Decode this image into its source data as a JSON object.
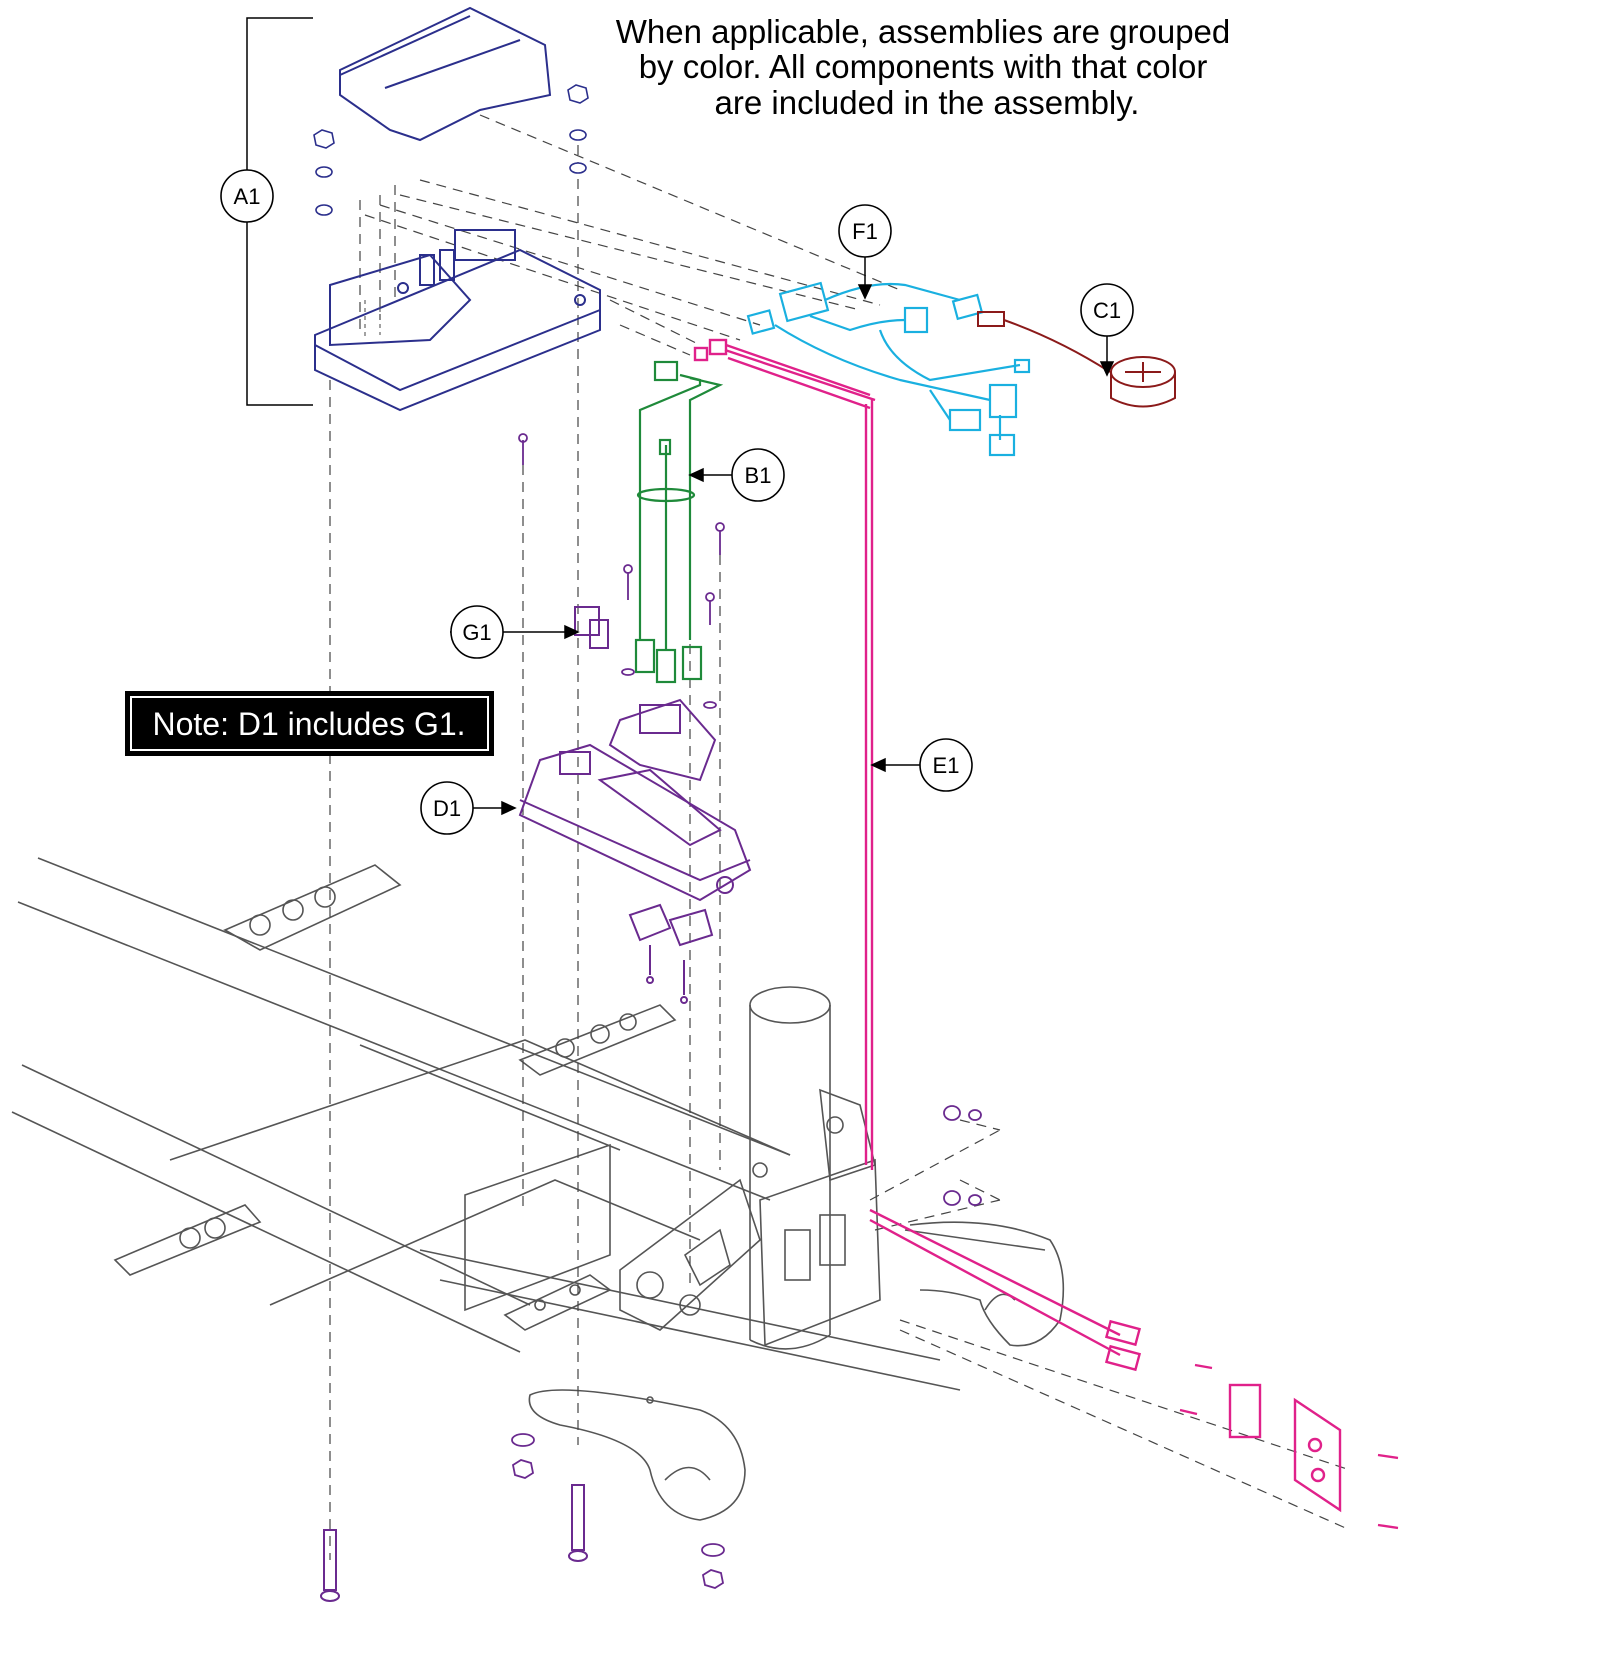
{
  "intro_note": {
    "lines": [
      "When applicable, assemblies are grouped",
      "by color. All components with that color",
      "are included in the assembly."
    ]
  },
  "inclusion_note": "Note: D1 includes G1.",
  "callouts": {
    "a1": "A1",
    "b1": "B1",
    "c1": "C1",
    "d1": "D1",
    "e1": "E1",
    "f1": "F1",
    "g1": "G1"
  },
  "colors": {
    "A1": "#2b2f8c",
    "B1": "#1f8a3a",
    "C1": "#8b1a1a",
    "D1": "#6a2a8f",
    "E1": "#e0218a",
    "F1": "#1ab0e0",
    "G1": "#6a2a8f",
    "frame": "#444444"
  },
  "icons": [
    "bolt-icon",
    "nut-icon",
    "washer-icon",
    "screw-icon",
    "connector-icon",
    "buzzer-icon",
    "fuse-icon"
  ]
}
